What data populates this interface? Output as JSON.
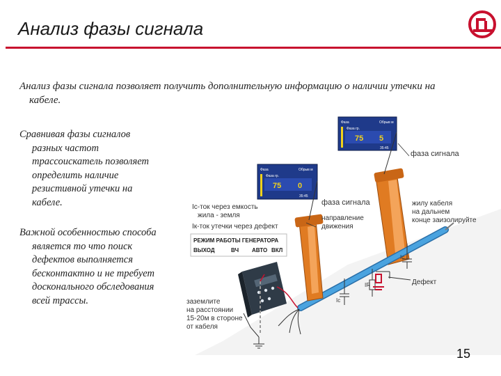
{
  "title": "Анализ фазы сигнала",
  "intro": {
    "line1": "Анализ фазы сигнала позволяет получить дополнительную информацию о наличии утечки на",
    "line2": "кабеле."
  },
  "paragraph1": {
    "first": "Сравнивая фазы сигналов",
    "lines": [
      "разных частот",
      "трассоискатель позволяет",
      "определить наличие",
      "резистивной утечки на",
      "кабеле."
    ]
  },
  "paragraph2": {
    "first": "Важной особенностью способа",
    "lines": [
      "является то что поиск",
      "дефектов выполняется",
      "бесконтактно и не требует",
      "досконального обследования",
      "всей трассы."
    ]
  },
  "page_number": "15",
  "diagram": {
    "screen_top": {
      "fazy": "Фаза",
      "obros": "Обрыв м",
      "faza_gr": "Фаза гр.",
      "value_left": "75",
      "value_right": "5",
      "time": "35:45"
    },
    "screen_bottom": {
      "fazy": "Фаза",
      "obros": "Обрыв м",
      "faza_gr": "Фаза гр.",
      "value_left": "75",
      "value_right": "0",
      "time": "35:45"
    },
    "labels": {
      "phase1": "фаза сигнала",
      "phase2": "фаза сигнала",
      "cable_line1": "жилу кабеля",
      "cable_line2": "на дальнем",
      "cable_line3": "конце заизолируйте",
      "direction1": "направление",
      "direction2": "движения",
      "ic_line1": "Iс-ток через емкость",
      "ic_line2": "жила - земля",
      "ir_line1": "Iк-ток утечки через дефект",
      "defect": "Дефект",
      "ground1": "заземлите",
      "ground2": "на расстоянии",
      "ground3": "15-20м в стороне",
      "ground4": "от кабеля",
      "ic_mark": "Ic",
      "ir_mark": "IR"
    },
    "generator_panel": {
      "title": "РЕЖИМ РАБОТЫ ГЕНЕРАТОРА",
      "out": "ВЫХОД",
      "vch": "ВЧ",
      "auto": "АВТО",
      "on": "ВКЛ"
    },
    "colors": {
      "accent": "#c8102e",
      "screen_bg": "#1f3a8a",
      "screen_bar": "#f2d21b",
      "locator": "#e07b22",
      "cable": "#4aa3df"
    }
  }
}
